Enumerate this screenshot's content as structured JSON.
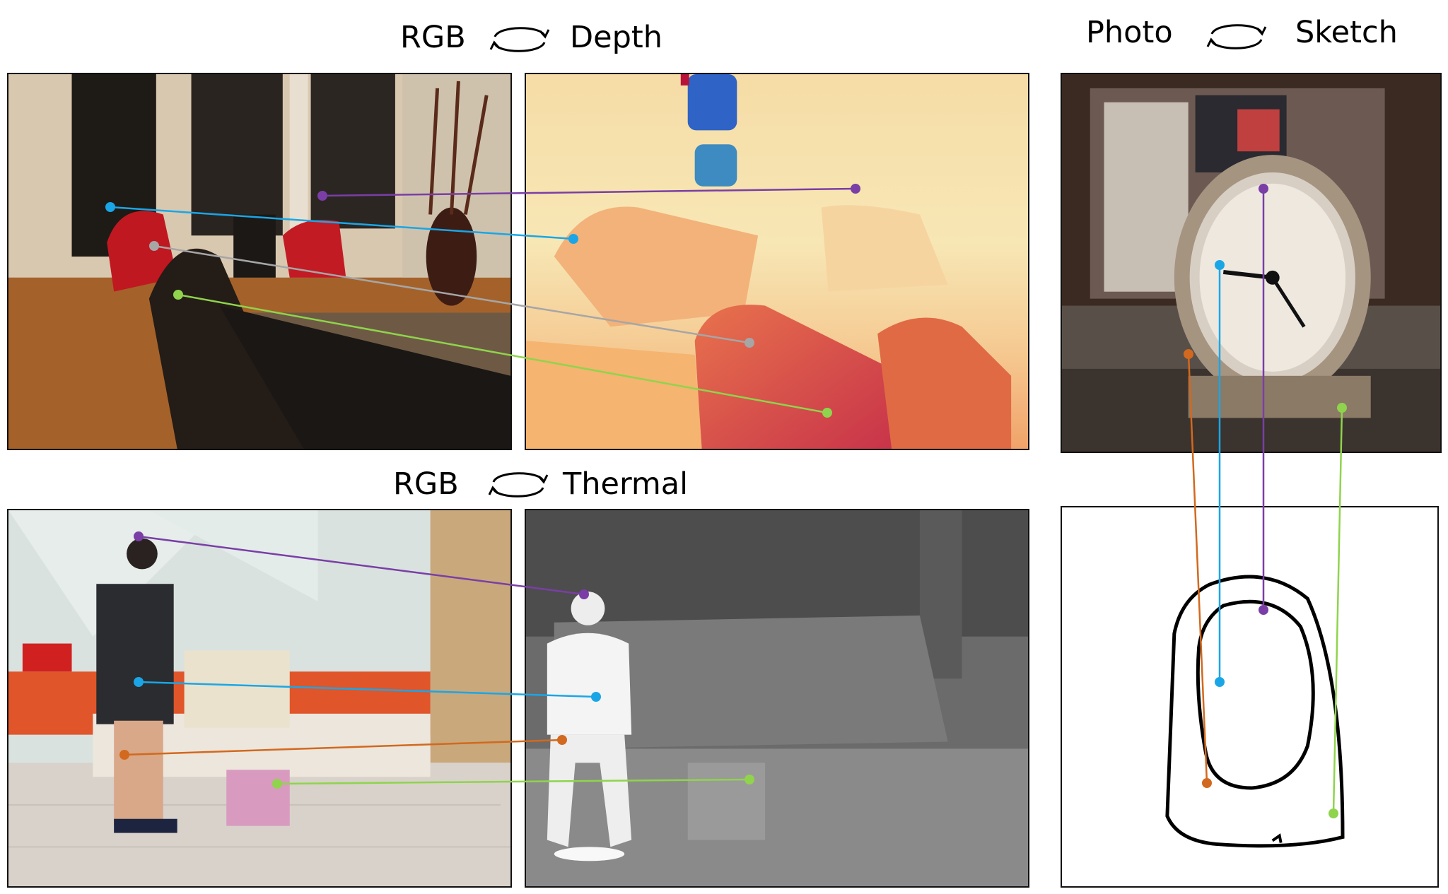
{
  "headers": {
    "rgb_top": "RGB",
    "depth": "Depth",
    "photo": "Photo",
    "sketch": "Sketch",
    "rgb_bottom": "RGB",
    "thermal": "Thermal"
  },
  "icons": {
    "cycle": "cycle-arrows-icon"
  },
  "colors": {
    "purple": "#7a3ea6",
    "blue": "#1aa6e6",
    "gray": "#a6a6a6",
    "green": "#8fd44c",
    "orange": "#d2691e"
  }
}
